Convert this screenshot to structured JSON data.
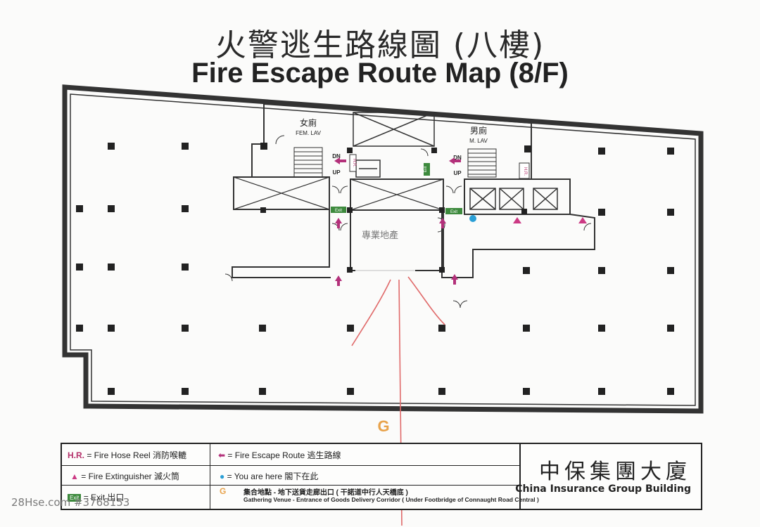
{
  "title": {
    "chinese": "火警逃生路線圖 (八樓)",
    "english": "Fire Escape Route Map (8/F)"
  },
  "rooms": {
    "fem_lav_cn": "女廁",
    "fem_lav_en": "FEM. LAV",
    "m_lav_cn": "男廁",
    "m_lav_en": "M. LAV",
    "center_label": "專業地產"
  },
  "stairs": {
    "down": "DN",
    "up": "UP"
  },
  "markers": {
    "hose_reel": "H.R.",
    "exit": "Exit",
    "gathering": "G"
  },
  "legend": {
    "hose_reel": {
      "symbol": "H.R.",
      "text": "= Fire Hose Reel  消防喉轆"
    },
    "escape_route": {
      "text": "= Fire Escape Route  逃生路線"
    },
    "extinguisher": {
      "text": "= Fire Extinguisher  滅火筒"
    },
    "you_are_here": {
      "text": "= You are here  閣下在此"
    },
    "exit": {
      "symbol": "Exit",
      "text": "= Exit  出口"
    },
    "gathering": {
      "symbol": "G",
      "line1": "集合地點 - 地下送貨走廊出口 ( 干諾道中行人天橋底 )",
      "line2": "Gathering Venue - Entrance of Goods Delivery Corridor ( Under Footbridge of Connaught Road Central )"
    },
    "building_cn": "中保集團大廈",
    "building_en": "China Insurance Group Building"
  },
  "watermark": "28Hse.com #3768153",
  "colors": {
    "wall": "#333333",
    "escape_arrow": "#b3307a",
    "extinguisher": "#cc3a84",
    "you_are_here": "#2a9fd6",
    "exit_green": "#3d8a3d",
    "gathering_orange": "#e8a24a",
    "hand_drawn_line": "#e06a6a"
  }
}
